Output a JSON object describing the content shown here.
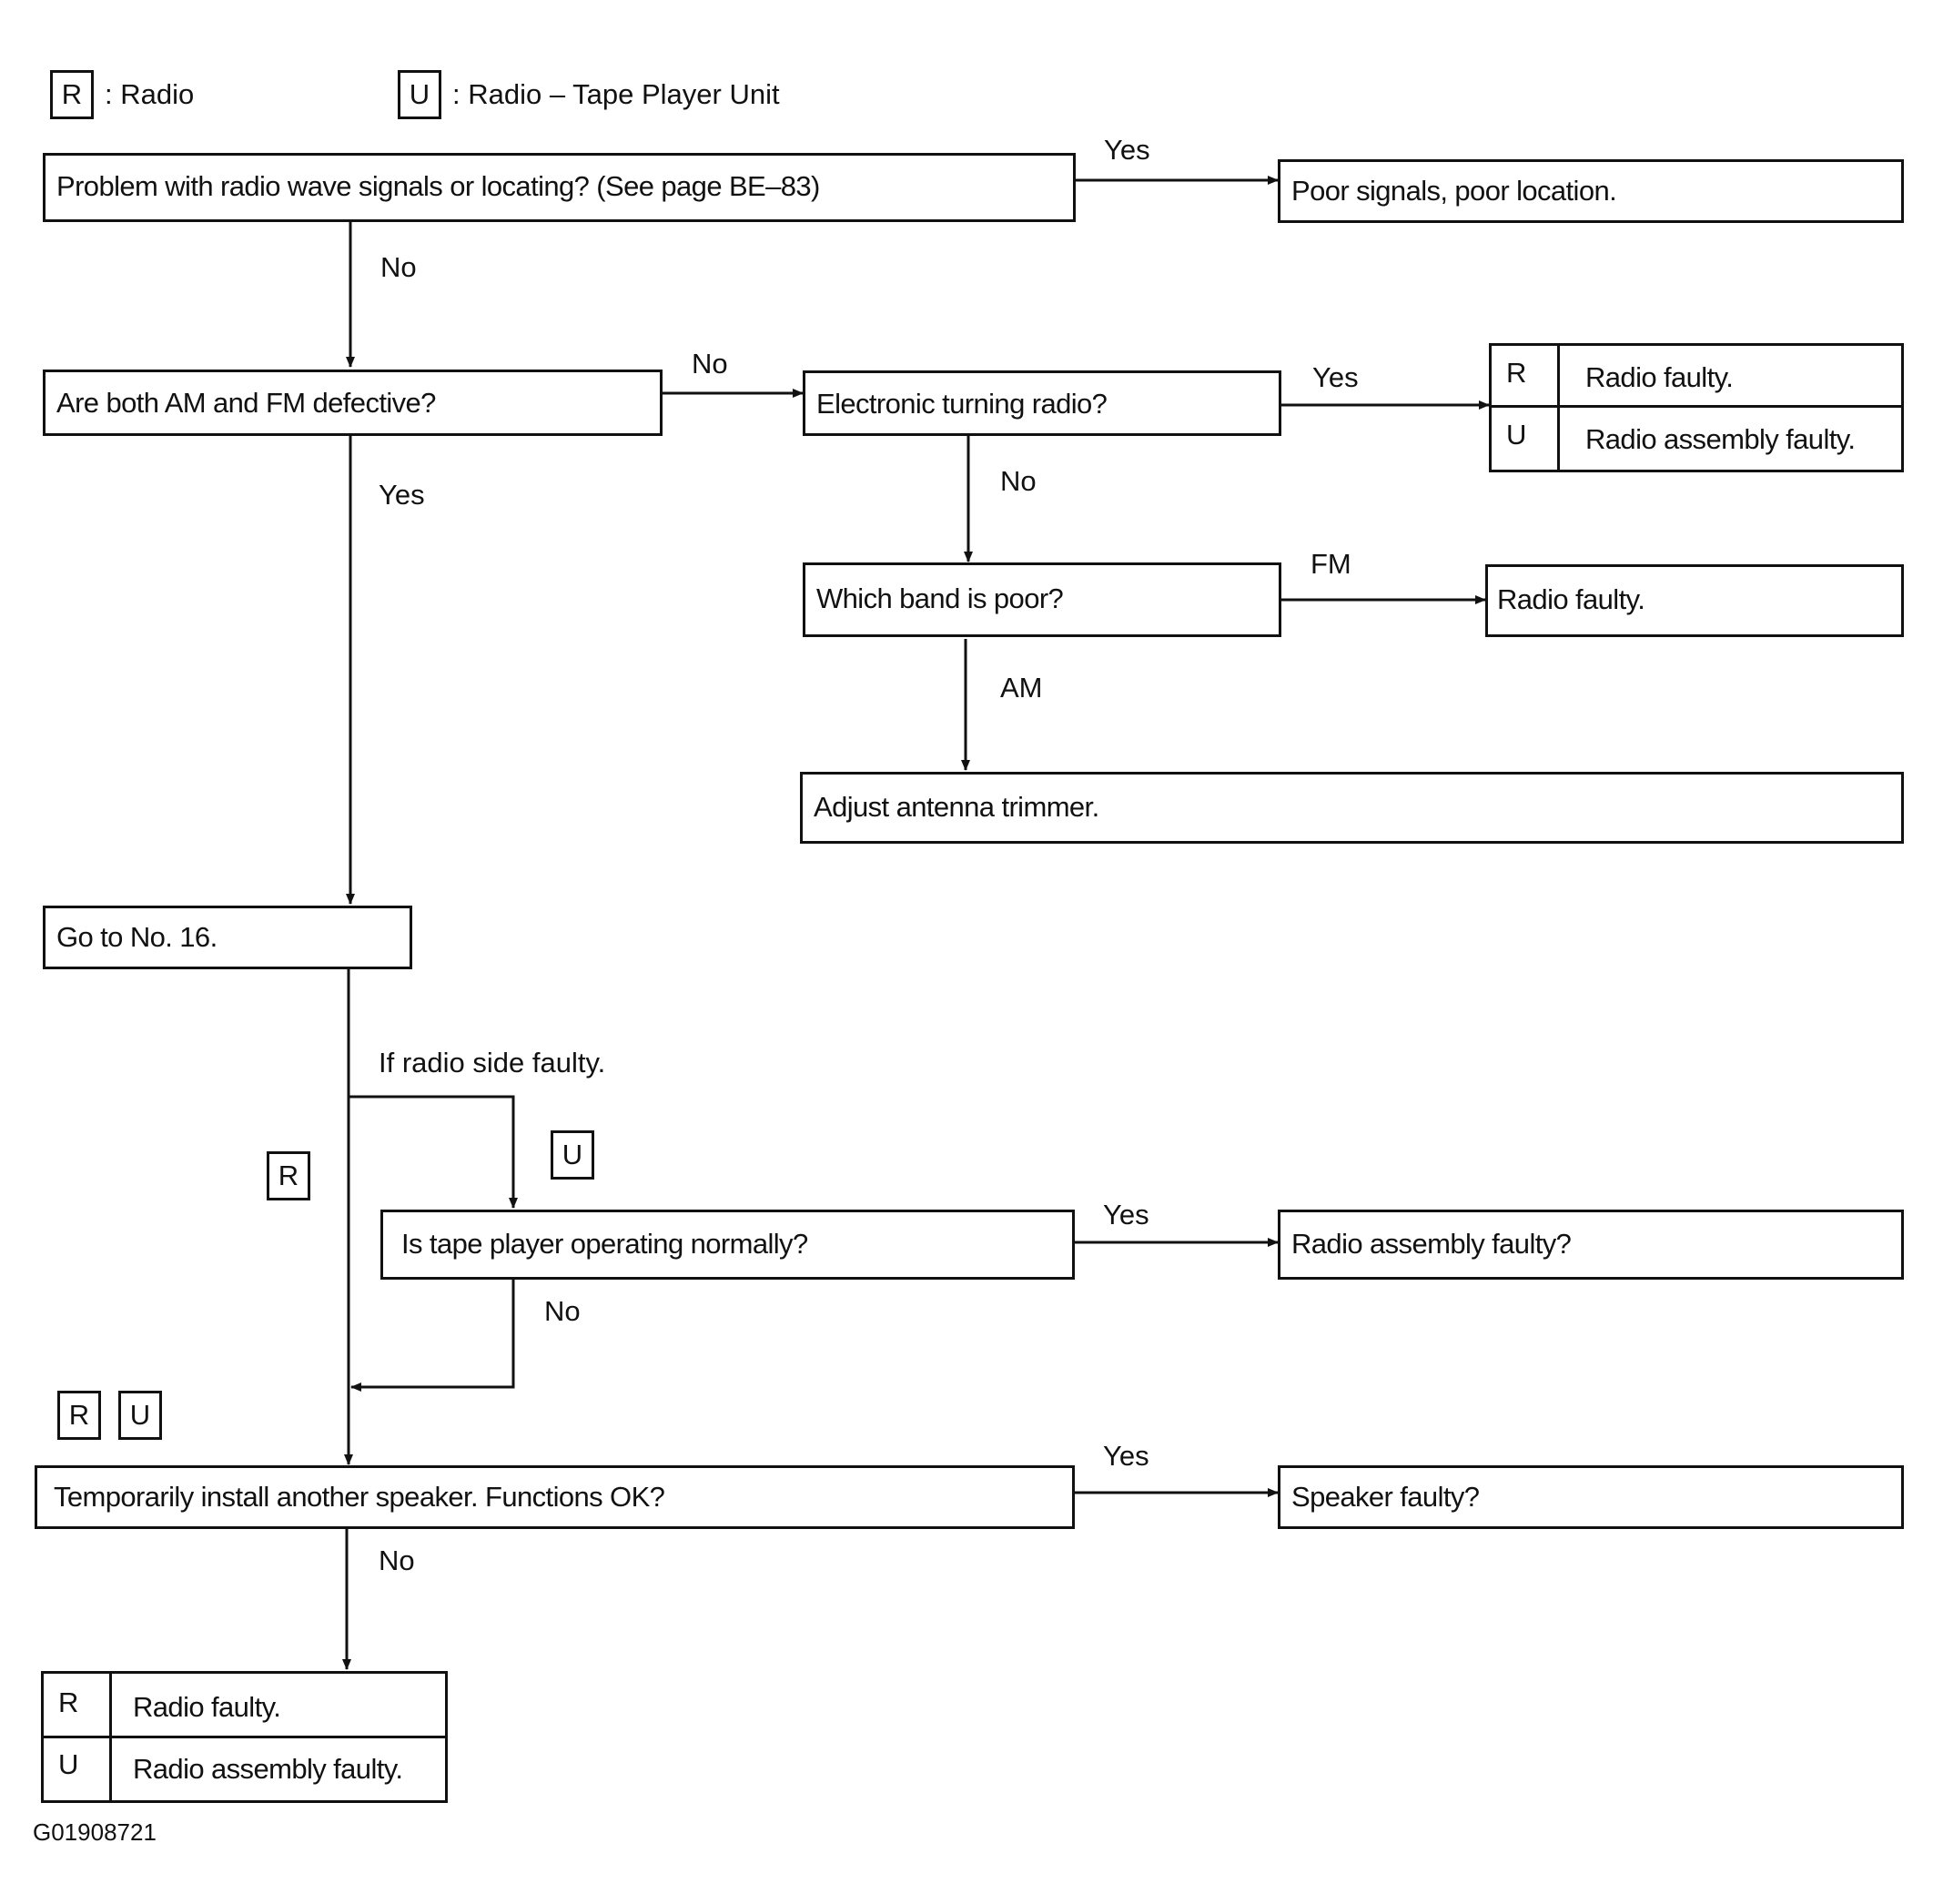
{
  "legend": {
    "r_tag": "R",
    "r_text": ": Radio",
    "u_tag": "U",
    "u_text": ": Radio – Tape Player Unit"
  },
  "nodes": {
    "problem_q": "Problem with radio wave signals or locating? (See page BE–83)",
    "poor_signals": "Poor signals, poor location.",
    "am_fm_q": "Are both AM and FM defective?",
    "electronic_q": "Electronic turning radio?",
    "which_band_q": "Which band is poor?",
    "radio_faulty_fm": "Radio faulty.",
    "adjust_trimmer": "Adjust antenna trimmer.",
    "goto_16": "Go to No. 16.",
    "tape_q": "Is tape player operating normally?",
    "radio_assembly_q": "Radio assembly faulty?",
    "speaker_q": "Temporarily install another speaker. Functions OK?",
    "speaker_faulty": "Speaker faulty?"
  },
  "result_table_top": {
    "rows": [
      {
        "tag": "R",
        "text": "Radio faulty."
      },
      {
        "tag": "U",
        "text": "Radio assembly faulty."
      }
    ]
  },
  "result_table_bottom": {
    "rows": [
      {
        "tag": "R",
        "text": "Radio faulty."
      },
      {
        "tag": "U",
        "text": "Radio assembly faulty."
      }
    ]
  },
  "edges": {
    "yes_1": "Yes",
    "no_1": "No",
    "no_2": "No",
    "yes_2": "Yes",
    "yes_3": "Yes",
    "no_3": "No",
    "fm": "FM",
    "am": "AM",
    "if_radio_side": "If radio side faulty.",
    "tag_r_branch": "R",
    "tag_u_branch": "U",
    "yes_4": "Yes",
    "no_4": "No",
    "tag_r_merge": "R",
    "tag_u_merge": "U",
    "yes_5": "Yes",
    "no_5": "No"
  },
  "footer": "G01908721"
}
